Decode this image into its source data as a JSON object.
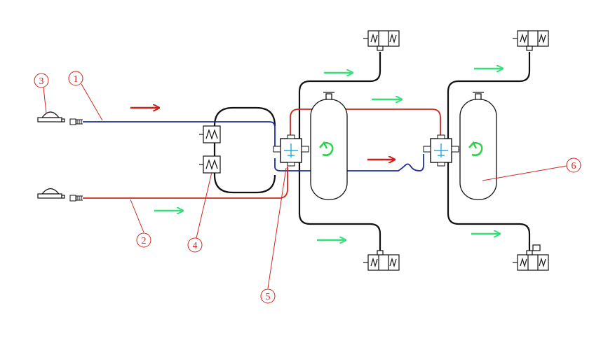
{
  "colors": {
    "control_line": "#1a2fa0",
    "supply_line": "#d0261f",
    "hose": "#111111",
    "flow_arrow": "#35e07a",
    "control_arrow": "#c8201a",
    "callout": "#d0261f",
    "valve_symbol": "#2aa8d8"
  },
  "callouts": [
    {
      "id": "1",
      "label": "1"
    },
    {
      "id": "2",
      "label": "2"
    },
    {
      "id": "3",
      "label": "3"
    },
    {
      "id": "4",
      "label": "4"
    },
    {
      "id": "5",
      "label": "5"
    },
    {
      "id": "6",
      "label": "6"
    }
  ],
  "icons": [
    "coupling-head-icon",
    "spring-brake-chamber-icon",
    "relay-valve-icon",
    "air-reservoir-icon",
    "flow-arrow-icon",
    "rotation-arrow-icon"
  ]
}
